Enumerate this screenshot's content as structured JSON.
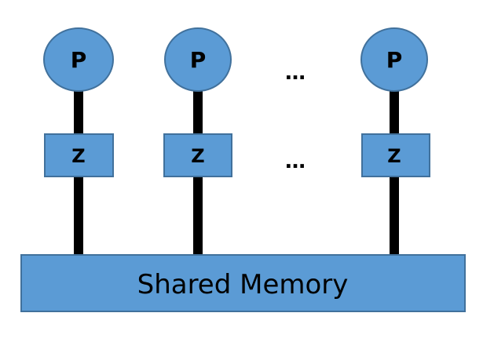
{
  "colors": {
    "fill": "#5b9bd5",
    "stroke": "#41719c",
    "connector": "#000000"
  },
  "processors": [
    {
      "label": "P",
      "switch_label": "Z"
    },
    {
      "label": "P",
      "switch_label": "Z"
    },
    {
      "label": "P",
      "switch_label": "Z"
    }
  ],
  "ellipsis": "…",
  "memory": {
    "label": "Shared Memory"
  }
}
